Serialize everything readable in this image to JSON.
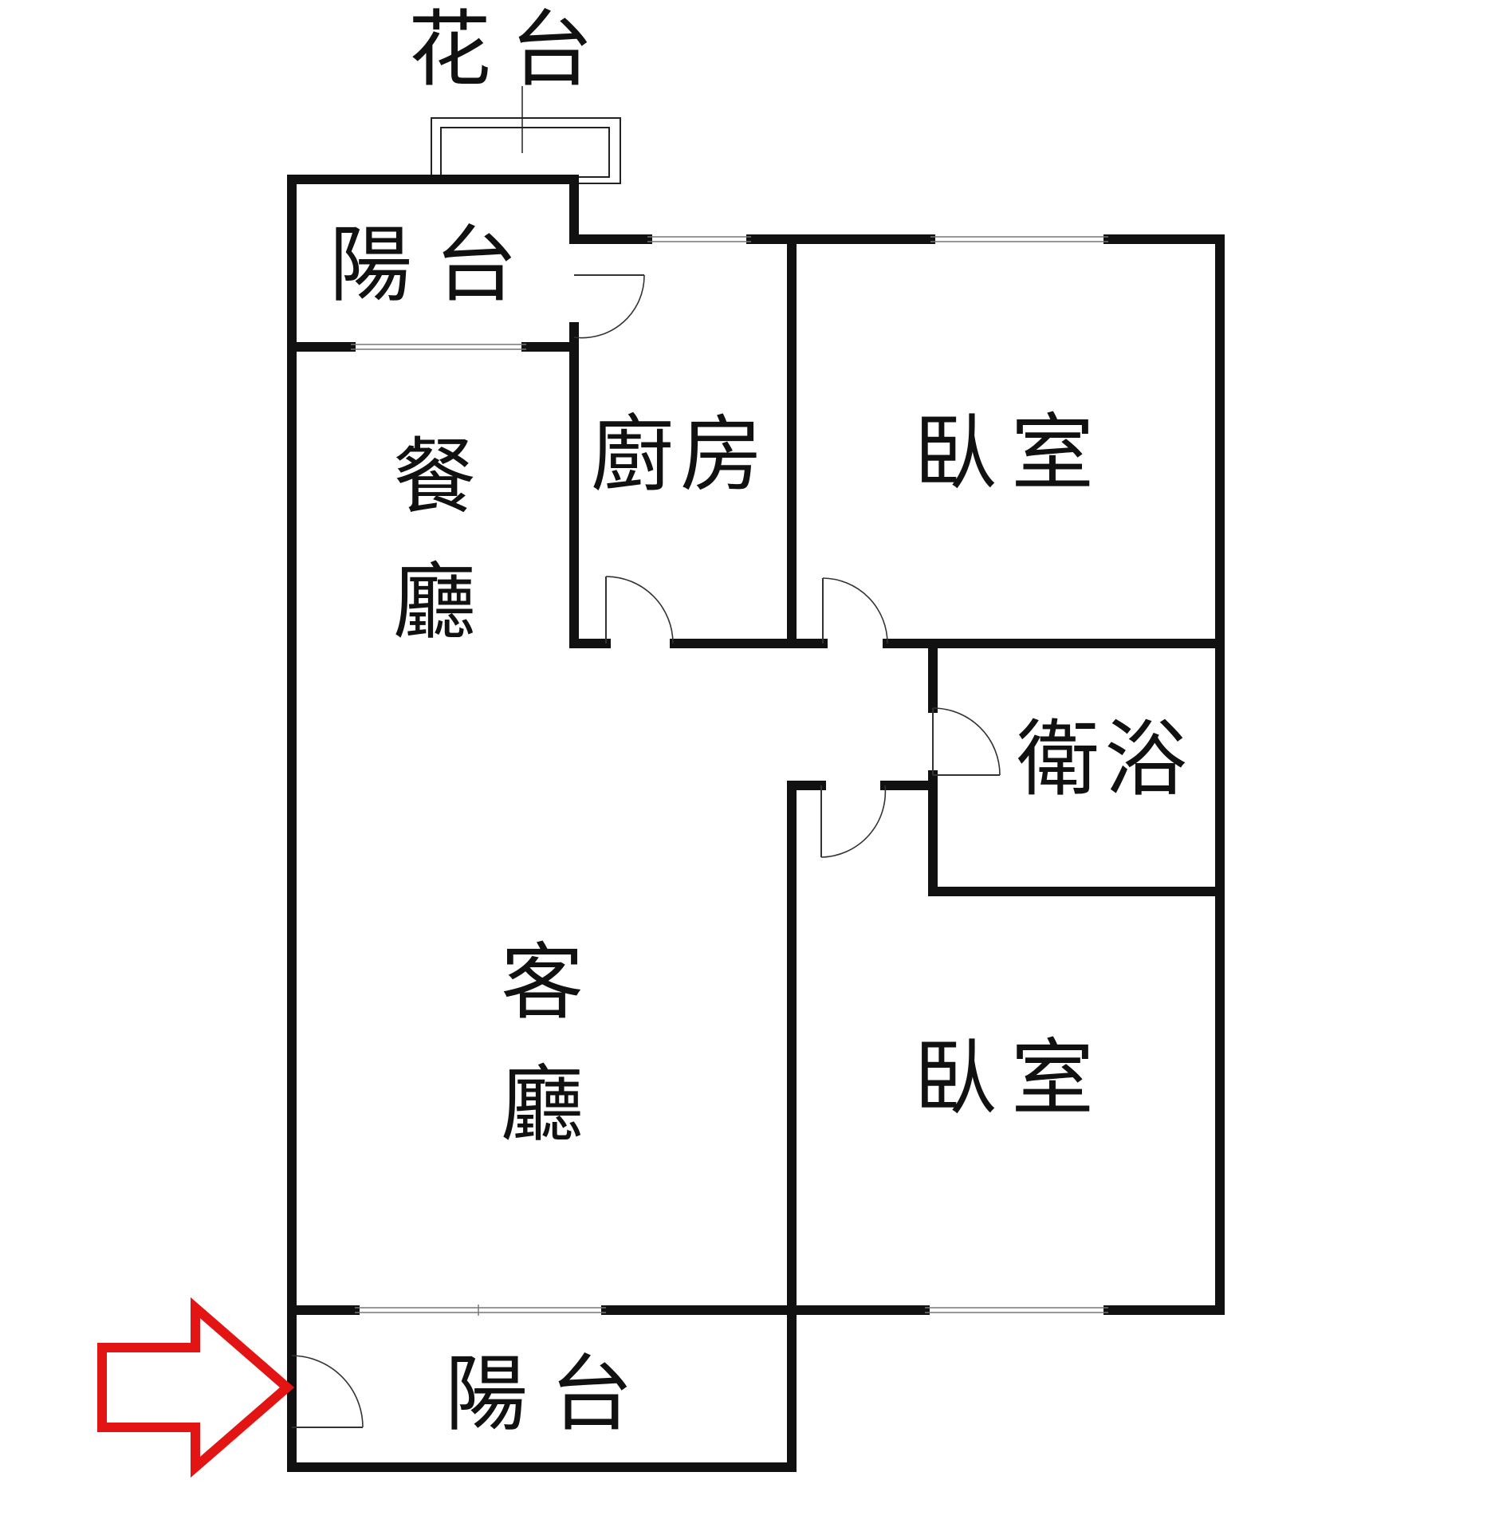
{
  "labels": {
    "planter": "花台",
    "balcony_top": "陽台",
    "kitchen": "廚房",
    "dining_1": "餐",
    "dining_2": "廳",
    "bedroom_top": "臥室",
    "bathroom": "衛浴",
    "living_1": "客",
    "living_2": "廳",
    "bedroom_bottom": "臥室",
    "balcony_bottom": "陽台"
  },
  "colors": {
    "wall": "#111111",
    "entrance_arrow": "#e31414"
  },
  "icons": {
    "entrance": "right-arrow-icon"
  }
}
